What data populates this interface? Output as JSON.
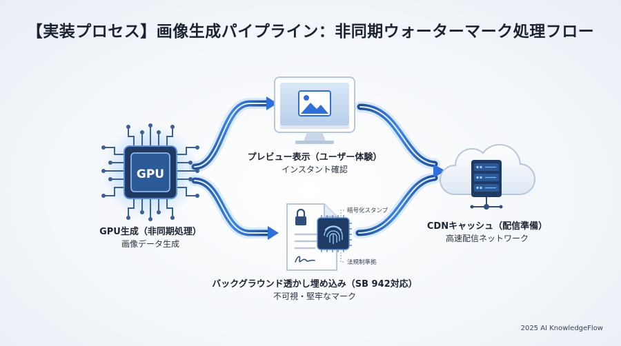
{
  "title": "【実装プロセス】画像生成パイプライン：非同期ウォーターマーク処理フロー",
  "nodes": {
    "gpu": {
      "chip_text": "GPU",
      "label": "GPU生成（非同期処理）",
      "sub": "画像データ生成"
    },
    "preview": {
      "label": "プレビュー表示（ユーザー体験）",
      "sub": "インスタント確認"
    },
    "watermark": {
      "label": "バックグラウンド透かし埋め込み（SB 942対応）",
      "sub": "不可視・堅牢なマーク",
      "tag_top": "暗号化スタンプ",
      "tag_bottom": "法規制準拠"
    },
    "cdn": {
      "label": "CDNキャッシュ（配信準備）",
      "sub": "高速配信ネットワーク"
    }
  },
  "footer": "2025 AI KnowledgeFlow",
  "colors": {
    "accent": "#2f6fd6",
    "glow": "#7fb8ff",
    "dark": "#1f3a63"
  }
}
